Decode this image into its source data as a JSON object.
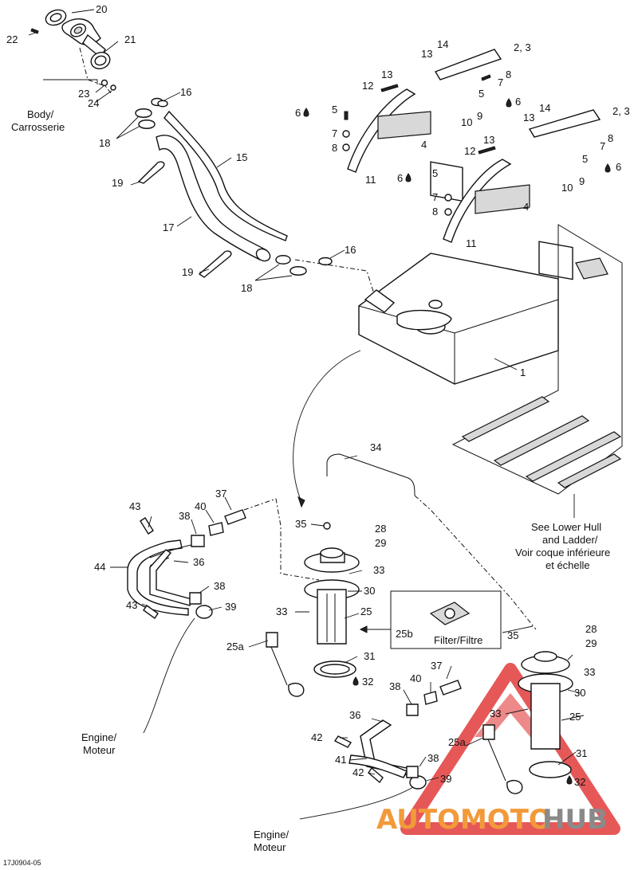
{
  "figure_id": "17J0904-05",
  "labels": {
    "body": [
      "Body/",
      "Carrosserie"
    ],
    "lower_hull": [
      "See Lower Hull",
      "and Ladder/",
      "Voir coque inférieure",
      "et échelle"
    ],
    "filter": "Filter/Filtre",
    "engine_a": [
      "Engine/",
      "Moteur"
    ],
    "engine_b": [
      "Engine/",
      "Moteur"
    ]
  },
  "watermark": {
    "part1": "AUTOMOTO",
    "part2": "HUB",
    "color1": "#f29a3a",
    "color2": "#8a8a8a",
    "triangle_color": "#e23b3b"
  },
  "callouts": {
    "c20": "20",
    "c22": "22",
    "c21": "21",
    "c23": "23",
    "c24": "24",
    "c16a": "16",
    "c18a": "18",
    "c15": "15",
    "c19a": "19",
    "c17": "17",
    "c19b": "19",
    "c18b": "18",
    "c16b": "16",
    "c14a": "14",
    "c13a": "13",
    "c23r": "2, 3",
    "c12a": "12",
    "c8a": "8",
    "c7a": "7",
    "c5a": "5",
    "c6a": "6",
    "c6b": "6",
    "c5b": "5",
    "c10a": "10",
    "c9a": "9",
    "c7b": "7",
    "c8b": "8",
    "c4a": "4",
    "c11a": "11",
    "c14b": "14",
    "c13b": "13",
    "c23r2": "2, 3",
    "c13c": "13",
    "c12b": "12",
    "c8c": "8",
    "c7c": "7",
    "c5c": "5",
    "c6c": "6",
    "c6d": "6",
    "c5d": "5",
    "c10b": "10",
    "c9b": "9",
    "c7d": "7",
    "c8d": "8",
    "c4b": "4",
    "c11b": "11",
    "c1": "1",
    "c34": "34",
    "c43a": "43",
    "c38a": "38",
    "c40a": "40",
    "c37a": "37",
    "c35a": "35",
    "c28a": "28",
    "c29a": "29",
    "c44": "44",
    "c36a": "36",
    "c33a": "33",
    "c30a": "30",
    "c38b": "38",
    "c39a": "39",
    "c43b": "43",
    "c33b": "33",
    "c25a": "25",
    "c25b": "25b",
    "c25aa": "25a",
    "c31a": "31",
    "c32a": "32",
    "c35b": "35",
    "c28b": "28",
    "c29b": "29",
    "c33c": "33",
    "c37b": "37",
    "c40b": "40",
    "c38c": "38",
    "c30b": "30",
    "c33d": "33",
    "c36b": "36",
    "c25c": "25",
    "c42a": "42",
    "c25ab": "25a",
    "c41": "41",
    "c38d": "38",
    "c31b": "31",
    "c42b": "42",
    "c39b": "39",
    "c32b": "32"
  }
}
